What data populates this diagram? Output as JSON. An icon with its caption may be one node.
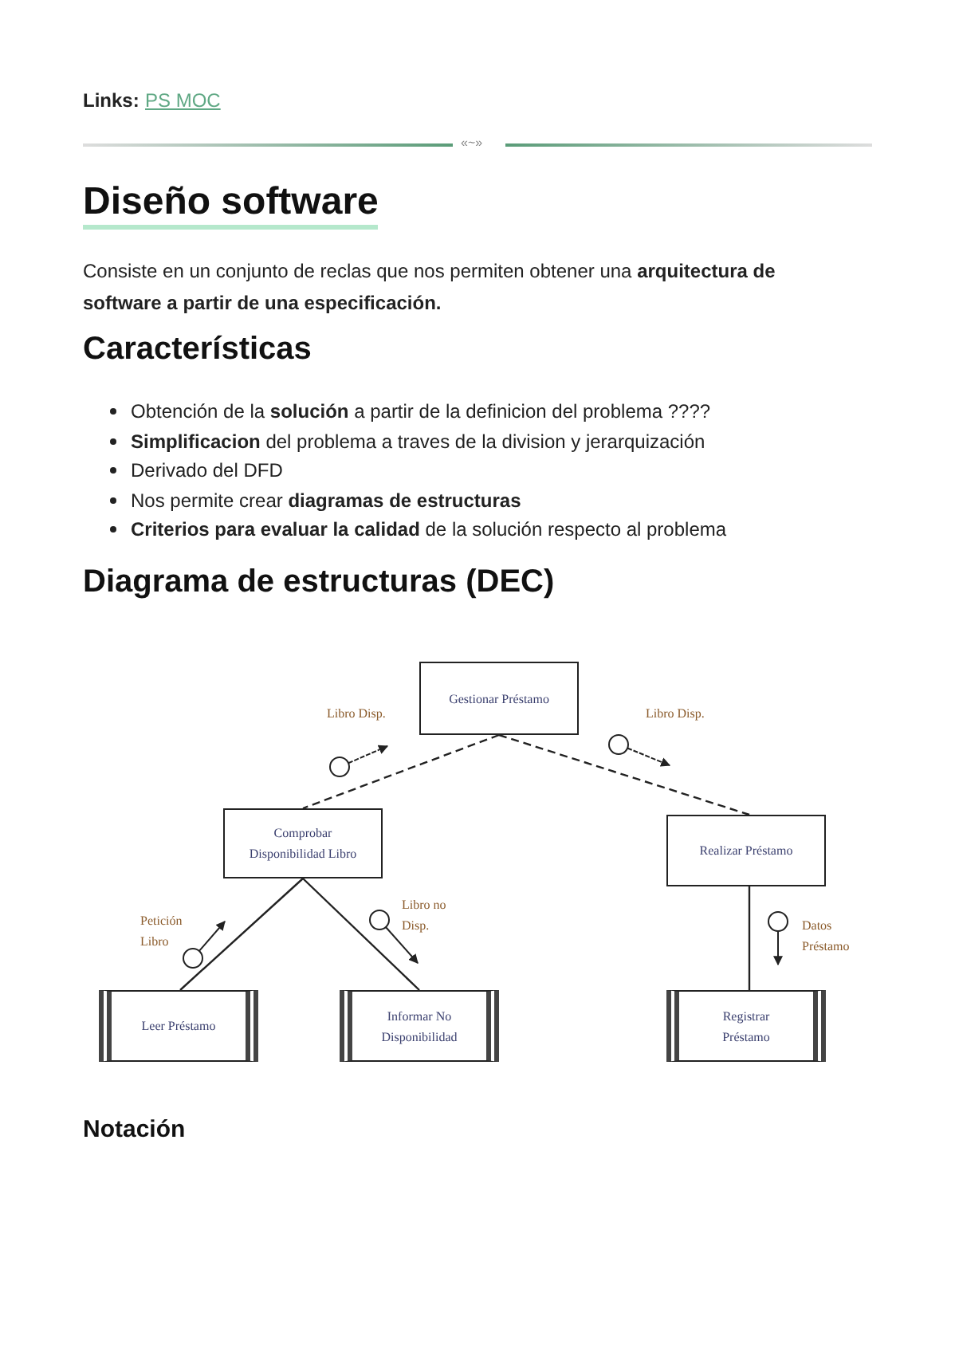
{
  "diagram": {
    "title": "Diseño software",
    "nodes": [
      {
        "text": [
          "Gestionar Préstamo"
        ]
      },
      {
        "text": [
          "Comprobar Disponibilidad Libro"
        ]
      },
      {
        "text": [
          "Realizar Préstamo"
        ]
      },
      {
        "text": [
          "Leer Préstamo"
        ]
      },
      {
        "text": [
          "Informar No Disponibilidad"
        ]
      },
      {
        "text": [
          "Registrar Préstamo"
        ]
      }
    ],
    "edges": [
      {
        "from": 0,
        "to": 1,
        "arrow": "none",
        "style": "dashed",
        "label": "Libro Disp."
      },
      {
        "from": 0,
        "to": 2,
        "arrow": "none",
        "style": "dashed",
        "label": "Libro Disp."
      },
      {
        "from": 1,
        "to": 3,
        "arrow": "none",
        "label": "Petición Libro"
      },
      {
        "from": 1,
        "to": 4,
        "arrow": "none",
        "label": "Libro no Disp."
      },
      {
        "from": 2,
        "to": 5,
        "arrow": "none",
        "label": "Datos Préstamo"
      }
    ],
    "labels": [
      "Links:",
      "PS MOC",
      "«~»",
      "Consiste en un conjunto de reclas que nos permiten obtener una **arquitectura de software a partir de una especificación.**",
      "Características",
      "Obtención de la **solución** a partir de la definicion del problema ????",
      "**Simplificacion** del problema a traves de la division y jerarquización",
      "Derivado del DFD",
      "Nos permite crear **diagramas de estructuras**",
      "**Criterios para evaluar la calidad** de la solución respecto al problema",
      "Diagrama de estructuras (DEC)",
      "Notación"
    ]
  }
}
